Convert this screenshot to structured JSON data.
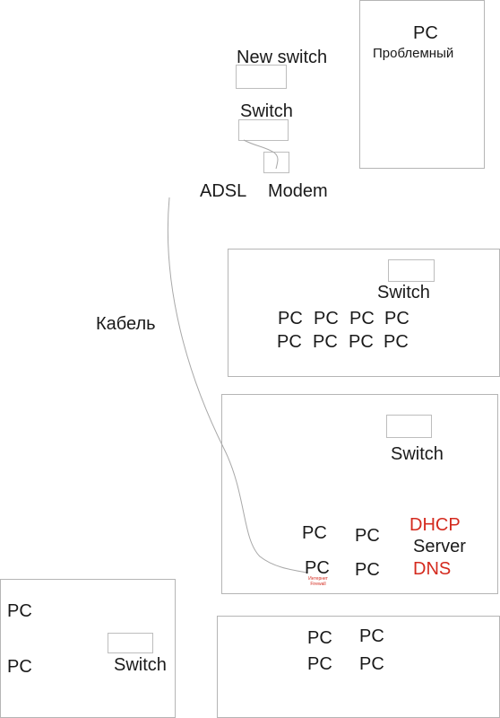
{
  "colors": {
    "outline": "#b5b5b5",
    "wire": "#a8a8a8",
    "text": "#1a1a1a",
    "accent": "#d42a1e"
  },
  "top_pc": {
    "label": "PC",
    "sublabel": "Проблемный"
  },
  "top_area": {
    "new_switch_label": "New switch",
    "switch_label": "Switch",
    "adsl_label": "ADSL",
    "modem_label": "Modem"
  },
  "cable_label": "Кабель",
  "room1": {
    "switch_label": "Switch",
    "pcs": [
      "PC",
      "PC",
      "PC",
      "PC",
      "PC",
      "PC",
      "PC",
      "PC"
    ]
  },
  "room2": {
    "switch_label": "Switch",
    "pcs": [
      "PC",
      "PC",
      "PC",
      "PC"
    ],
    "dhcp_label": "DHCP",
    "server_label": "Server",
    "dns_label": "DNS",
    "internet_label": "Интернет",
    "firewall_label": "Firewall"
  },
  "room3": {
    "pcs": [
      "PC",
      "PC"
    ],
    "switch_label": "Switch"
  },
  "room4": {
    "pcs": [
      "PC",
      "PC",
      "PC",
      "PC"
    ]
  }
}
